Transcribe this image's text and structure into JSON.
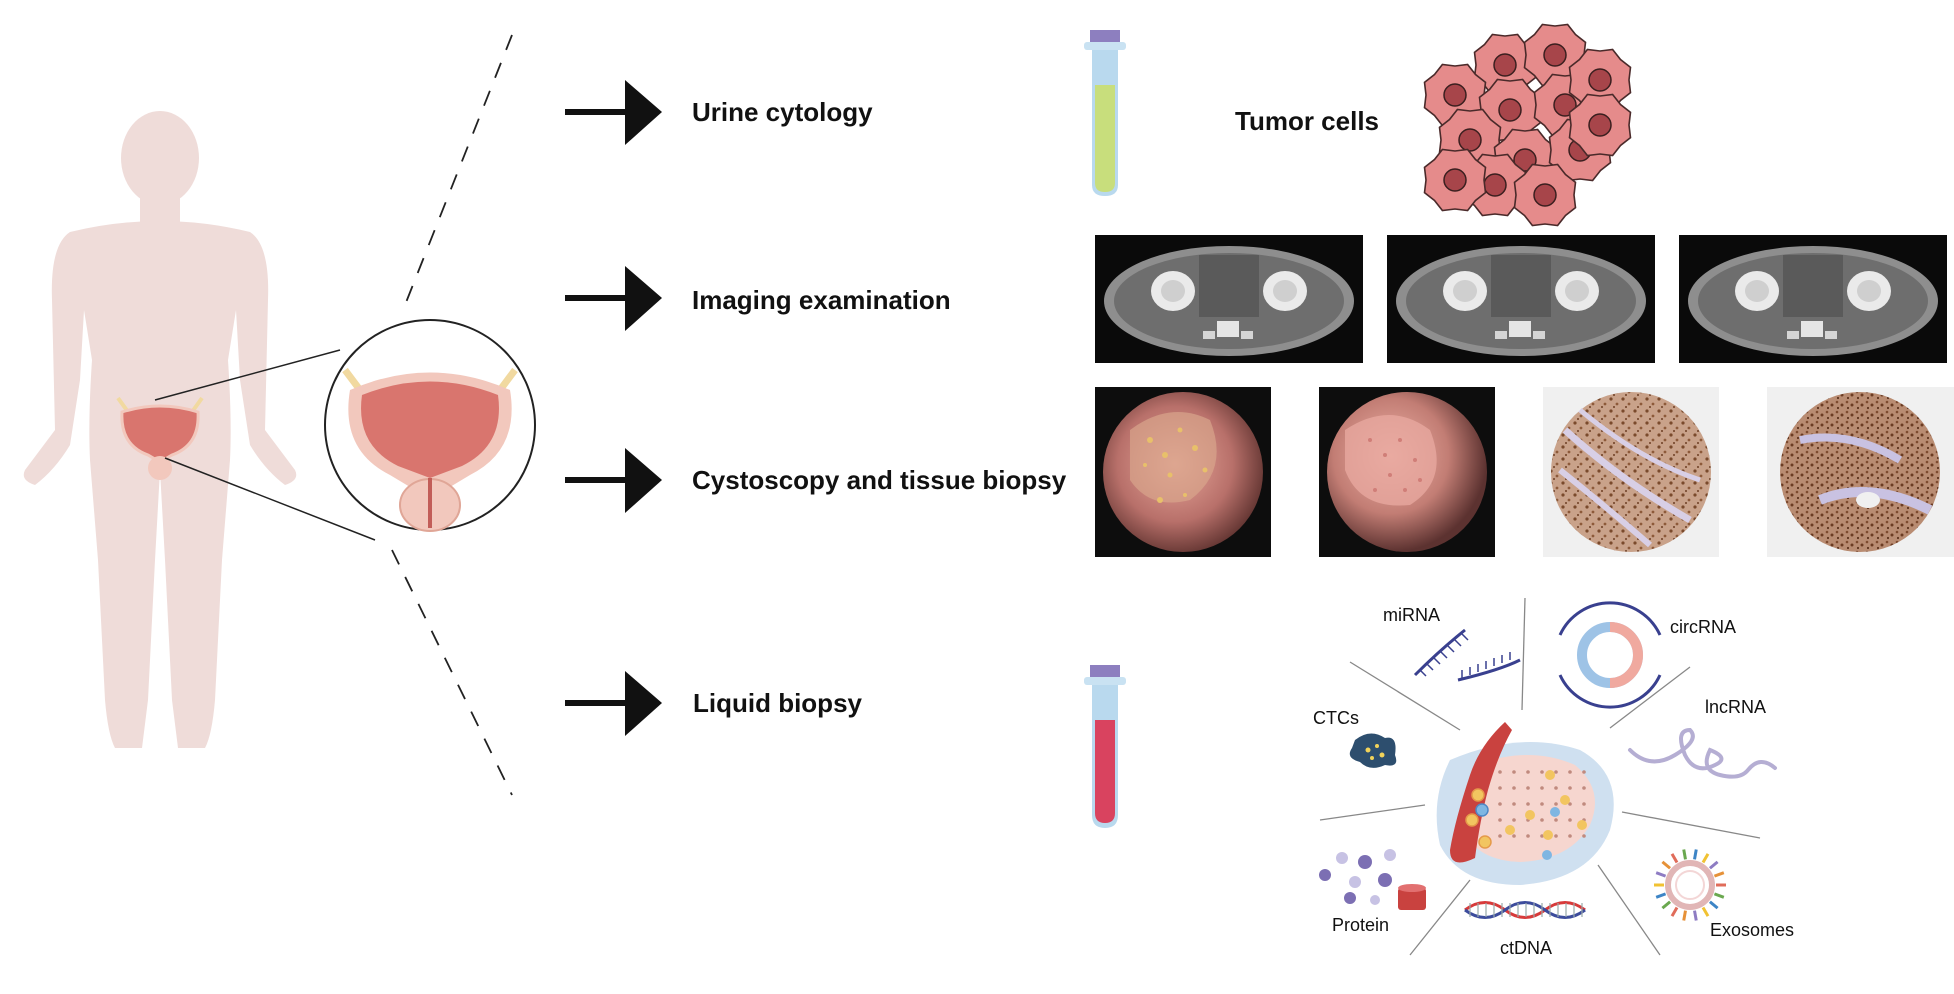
{
  "methods": [
    {
      "id": "urine",
      "label": "Urine cytology",
      "result_label": "Tumor cells"
    },
    {
      "id": "imaging",
      "label": "Imaging examination"
    },
    {
      "id": "cystoscopy",
      "label": "Cystoscopy and tissue biopsy"
    },
    {
      "id": "liquid",
      "label": "Liquid biopsy"
    }
  ],
  "biomarkers": {
    "mirna": "miRNA",
    "circrna": "circRNA",
    "ctcs": "CTCs",
    "lncrna": "lncRNA",
    "protein": "Protein",
    "ctdna": "ctDNA",
    "exosomes": "Exosomes"
  },
  "colors": {
    "body": "#efdcd9",
    "bladder": "#d9756e",
    "bladder_light": "#f2c8bd",
    "tube_cap": "#8d7fbf",
    "tube_blue": "#b9d9ee",
    "urine": "#c8de7c",
    "blood": "#d9435f",
    "tumor_cell": "#e58b8b",
    "dna_red": "#d73a3a",
    "dna_blue": "#3c4c9c",
    "rna_blue": "#39408f"
  },
  "icons": [
    "human-body-icon",
    "bladder-icon",
    "arrow-icon",
    "test-tube-icon",
    "tumor-cells-icon",
    "ct-scan-image",
    "cystoscopy-image",
    "ihc-stain-image",
    "dna-helix-icon",
    "exosome-icon",
    "tumor-icon"
  ]
}
